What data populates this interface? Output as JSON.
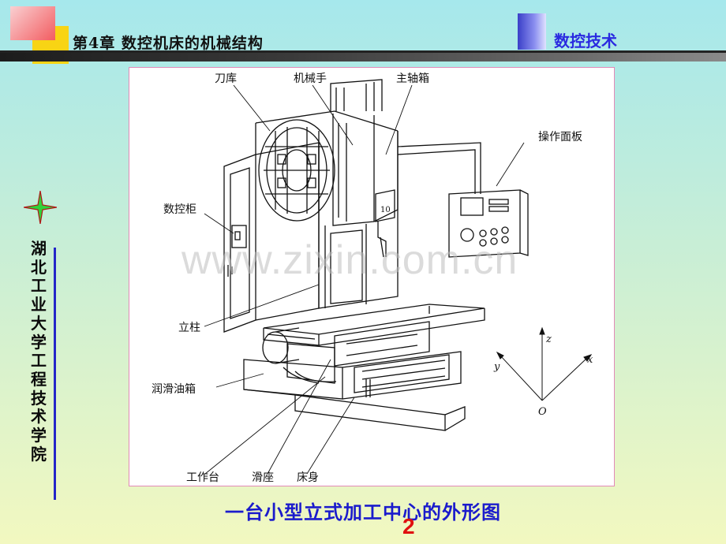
{
  "header": {
    "chapter_title": "第4章    数控机床的机械结构",
    "course_title": "数控技术"
  },
  "sidebar": {
    "school_chars": [
      "湖",
      "北",
      "工",
      "业",
      "大",
      "学",
      "工",
      "程",
      "技",
      "术",
      "学",
      "院"
    ]
  },
  "figure": {
    "labels": {
      "tool_magazine": "刀库",
      "manipulator": "机械手",
      "spindle_box": "主轴箱",
      "operation_panel": "操作面板",
      "cnc_cabinet": "数控柜",
      "column": "立柱",
      "lubrication_tank": "润滑油箱",
      "worktable": "工作台",
      "saddle": "滑座",
      "bed": "床身"
    },
    "axes": {
      "z": "z",
      "y": "y",
      "x": "x",
      "origin": "O"
    },
    "watermark": "www.zixin.com.cn"
  },
  "caption": "一台小型立式加工中心的外形图",
  "page_number": "2",
  "colors": {
    "caption": "#1b1bcc",
    "course_title": "#2a2ae0",
    "page_number": "#e01010",
    "frame_border": "#e28ab8"
  }
}
